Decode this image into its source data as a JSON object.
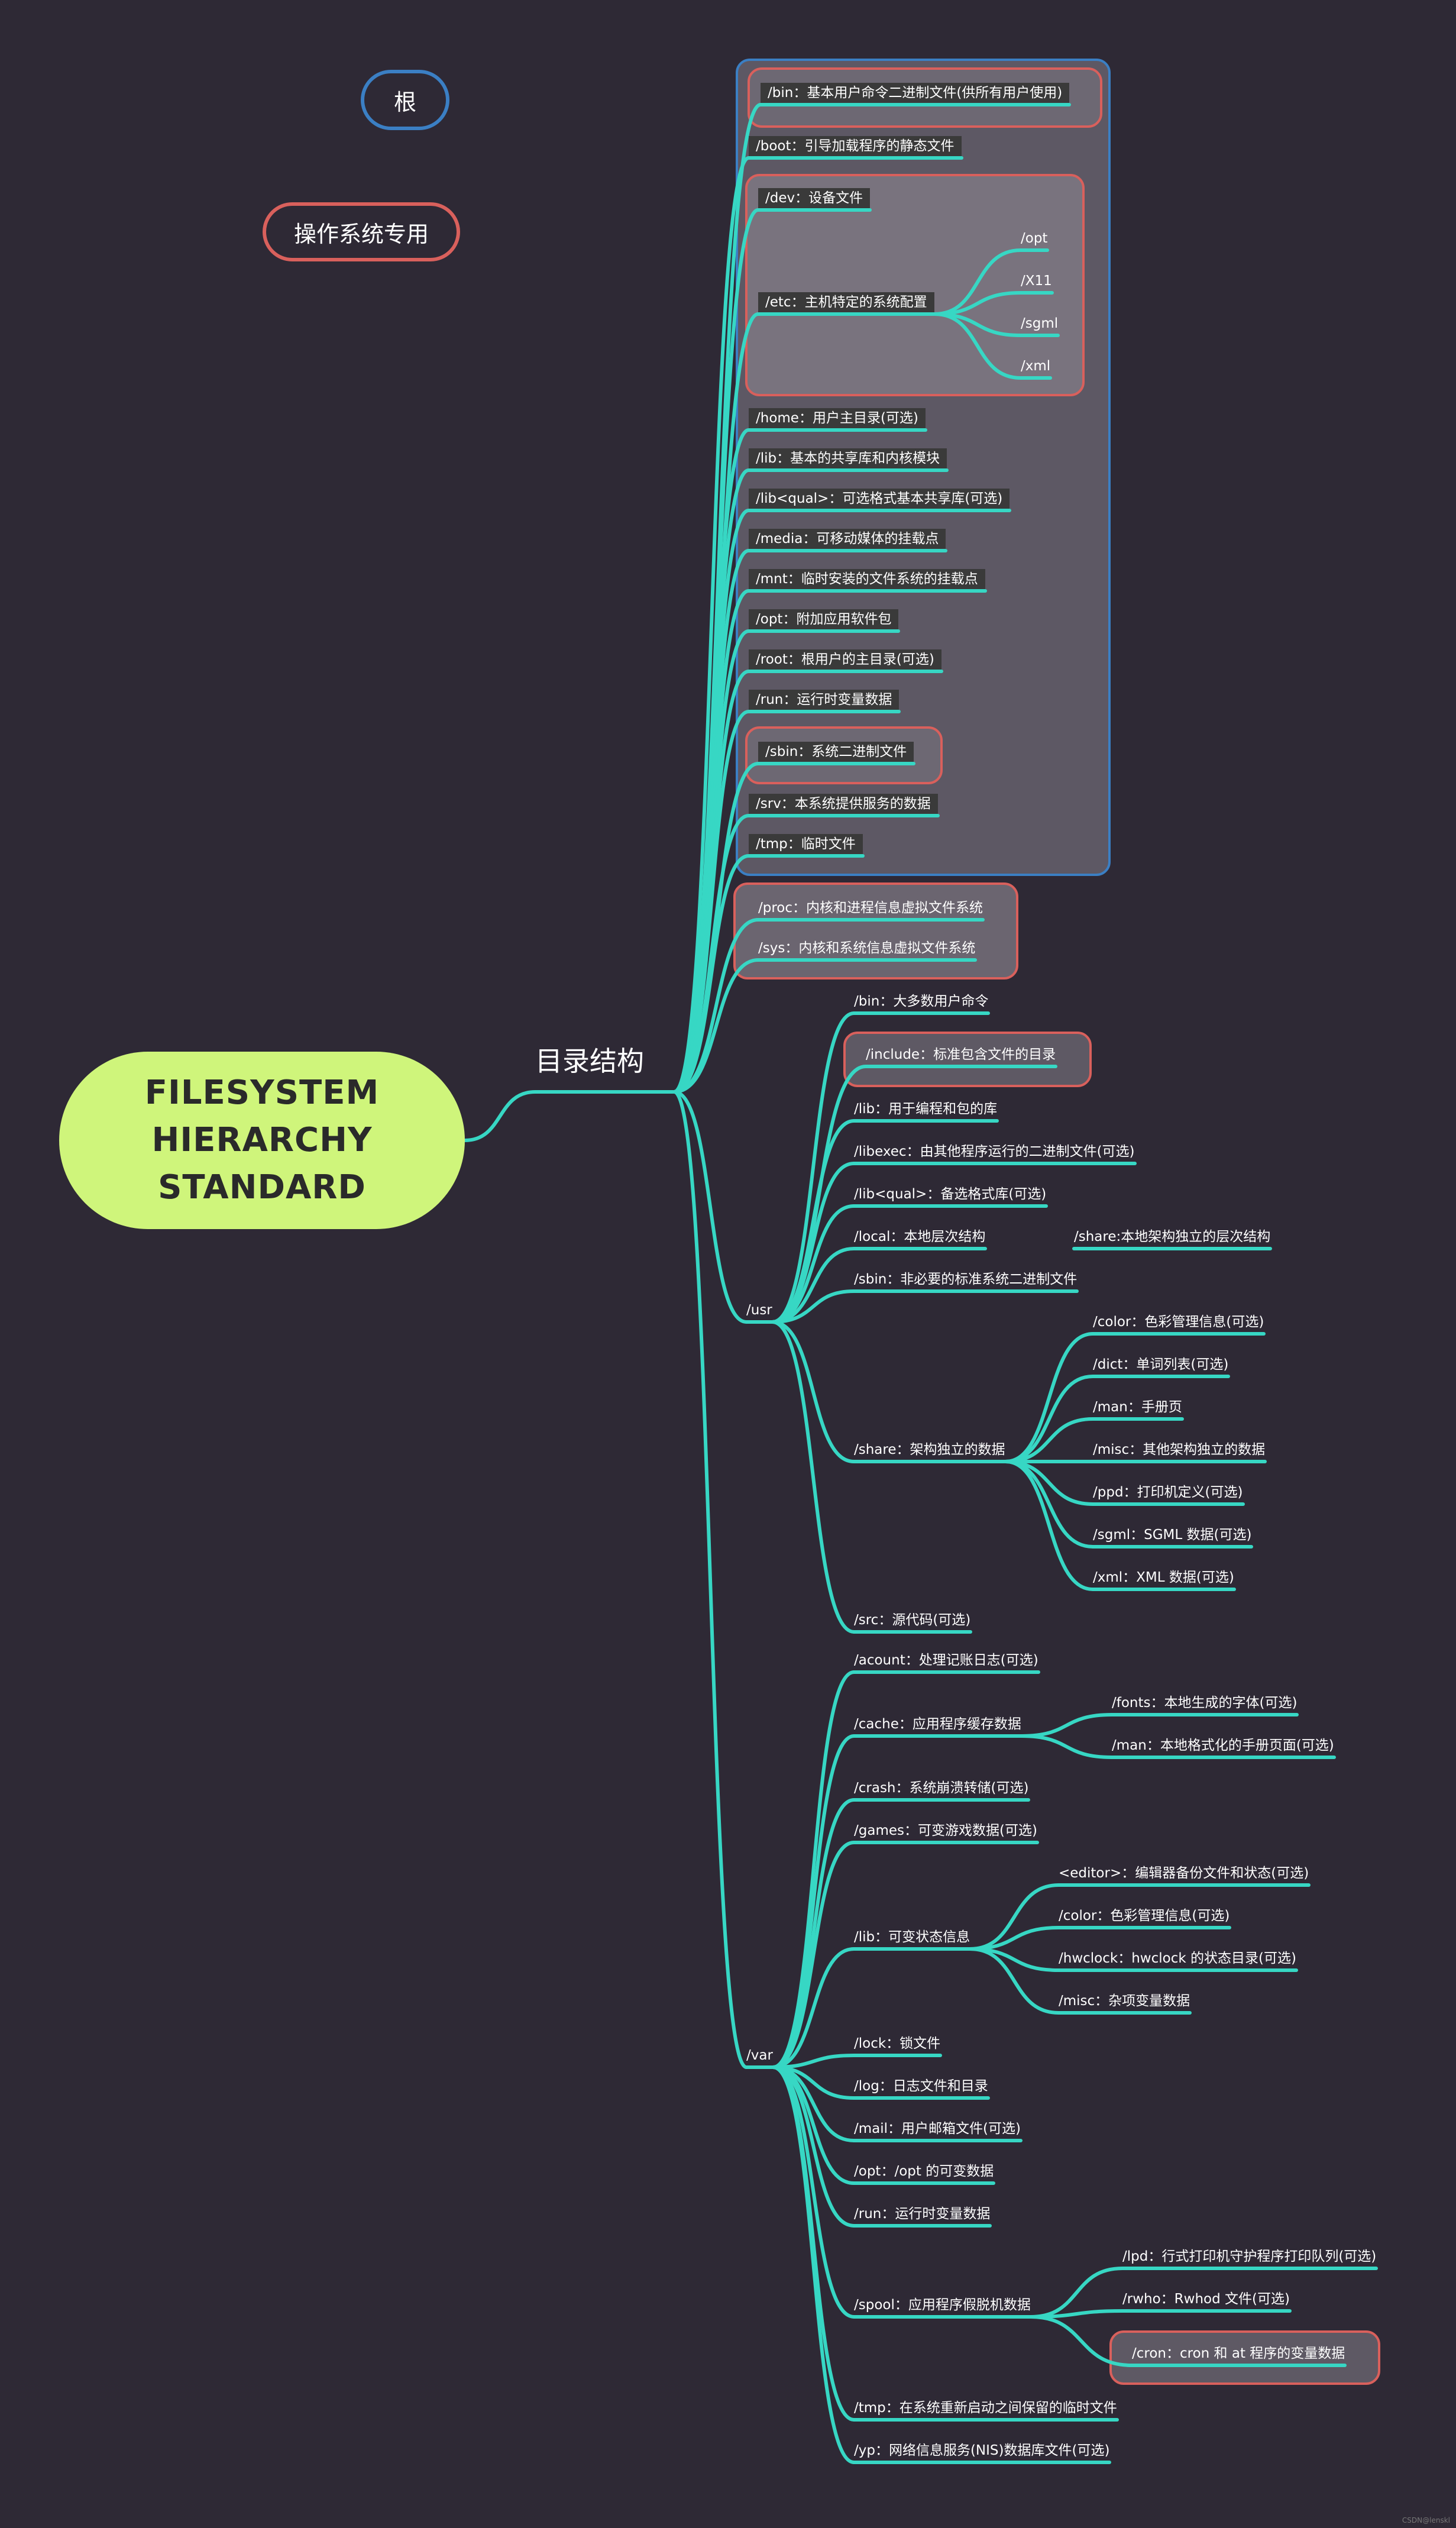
{
  "legend": {
    "root": "根",
    "os": "操作系统专用"
  },
  "central": {
    "line1": "FILESYSTEM",
    "line2": "HIERARCHY",
    "line3": "STANDARD"
  },
  "main": "目录结构",
  "root": {
    "bin": "/bin：基本用户命令二进制文件(供所有用户使用)",
    "boot": "/boot：引导加载程序的静态文件",
    "dev": "/dev：设备文件",
    "etc": "/etc：主机特定的系统配置",
    "etc_sub": [
      "/opt",
      "/X11",
      "/sgml",
      "/xml"
    ],
    "home": "/home：用户主目录(可选)",
    "lib": "/lib：基本的共享库和内核模块",
    "libqual": "/lib<qual>：可选格式基本共享库(可选)",
    "media": "/media：可移动媒体的挂载点",
    "mnt": "/mnt：临时安装的文件系统的挂载点",
    "opt": "/opt：附加应用软件包",
    "rootdir": "/root：根用户的主目录(可选)",
    "run": "/run：运行时变量数据",
    "sbin": "/sbin：系统二进制文件",
    "srv": "/srv：本系统提供服务的数据",
    "tmp": "/tmp：临时文件"
  },
  "os": {
    "proc": "/proc：内核和进程信息虚拟文件系统",
    "sys": "/sys：内核和系统信息虚拟文件系统"
  },
  "usr": {
    "label": "/usr",
    "bin": "/bin：大多数用户命令",
    "include": "/include：标准包含文件的目录",
    "lib": "/lib：用于编程和包的库",
    "libexec": "/libexec：由其他程序运行的二进制文件(可选)",
    "libqual": "/lib<qual>：备选格式库(可选)",
    "local": "/local：本地层次结构",
    "local_share": "/share:本地架构独立的层次结构",
    "sbin": "/sbin：非必要的标准系统二进制文件",
    "share": "/share：架构独立的数据",
    "share_sub": [
      "/color：色彩管理信息(可选)",
      "/dict：单词列表(可选)",
      "/man：手册页",
      "/misc：其他架构独立的数据",
      "/ppd：打印机定义(可选)",
      "/sgml：SGML 数据(可选)",
      "/xml：XML 数据(可选)"
    ],
    "src": "/src：源代码(可选)"
  },
  "var": {
    "label": "/var",
    "acount": "/acount：处理记账日志(可选)",
    "cache": "/cache：应用程序缓存数据",
    "cache_sub": [
      "/fonts：本地生成的字体(可选)",
      "/man：本地格式化的手册页面(可选)"
    ],
    "crash": "/crash：系统崩溃转储(可选)",
    "games": "/games：可变游戏数据(可选)",
    "lib": "/lib：可变状态信息",
    "lib_sub": [
      "<editor>：编辑器备份文件和状态(可选)",
      "/color：色彩管理信息(可选)",
      "/hwclock：hwclock 的状态目录(可选)",
      "/misc：杂项变量数据"
    ],
    "lock": "/lock：锁文件",
    "log": "/log：日志文件和目录",
    "mail": "/mail：用户邮箱文件(可选)",
    "opt": "/opt：/opt 的可变数据",
    "run": "/run：运行时变量数据",
    "spool": "/spool：应用程序假脱机数据",
    "spool_sub": [
      "/lpd：行式打印机守护程序打印队列(可选)",
      "/rwho：Rwhod 文件(可选)",
      "/cron：cron 和 at 程序的变量数据"
    ],
    "tmp": "/tmp：在系统重新启动之间保留的临时文件",
    "yp": "/yp：网络信息服务(NIS)数据库文件(可选)"
  },
  "watermark": "CSDN@lenskl",
  "colors": {
    "background": "#2e2935",
    "branch": "#37d7c4",
    "central": "#cff57b",
    "root_outline": "#3b7fc4",
    "os_outline": "#d9605c"
  }
}
